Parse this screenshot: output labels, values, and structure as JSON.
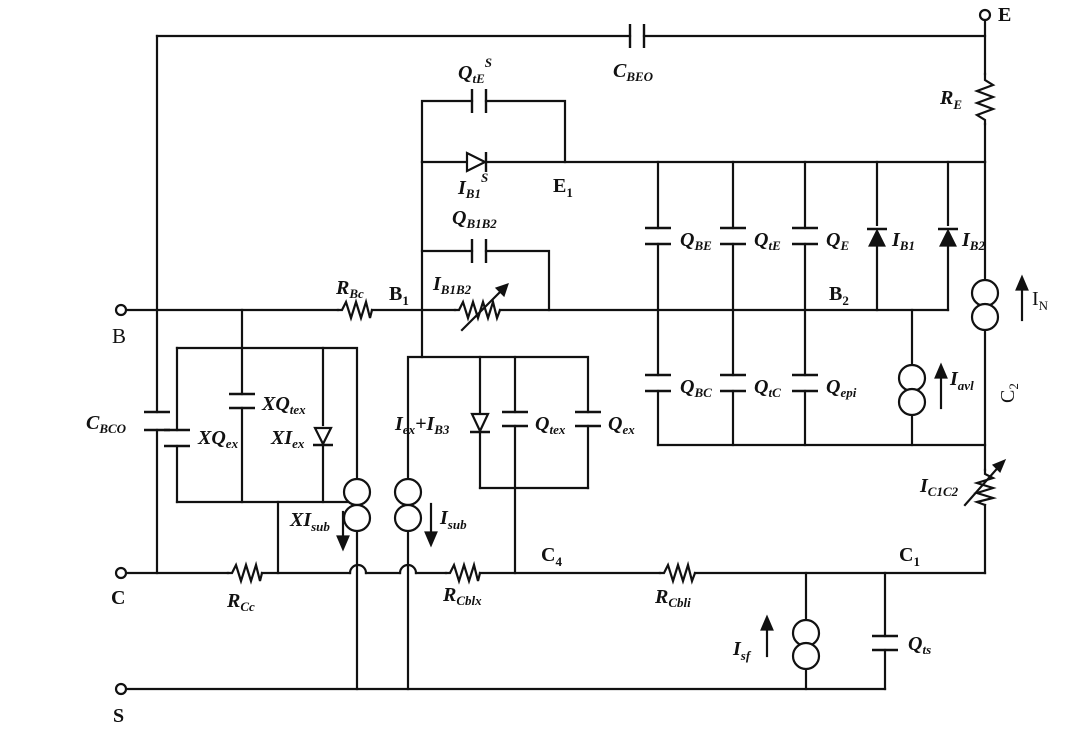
{
  "terminals": {
    "E": "E",
    "B": "B",
    "C": "C",
    "S": "S"
  },
  "nodes": {
    "E1": "E",
    "E1_sub": "1",
    "B1": "B",
    "B1_sub": "1",
    "B2": "B",
    "B2_sub": "2",
    "C4": "C",
    "C4_sub": "4",
    "C1": "C",
    "C1_sub": "1",
    "C2": "C",
    "C2_sub": "2"
  },
  "labels": {
    "CBEO": {
      "main": "C",
      "sub": "BEO"
    },
    "RE": {
      "main": "R",
      "sub": "E"
    },
    "QtES": {
      "main": "Q",
      "sub": "tE",
      "sup": "S"
    },
    "IB1S": {
      "main": "I",
      "sub": "B1",
      "sup": "S"
    },
    "QB1B2": {
      "main": "Q",
      "sub": "B1B2"
    },
    "IB1B2": {
      "main": "I",
      "sub": "B1B2"
    },
    "RBc": {
      "main": "R",
      "sub": "Bc"
    },
    "QBE": {
      "main": "Q",
      "sub": "BE"
    },
    "QtE": {
      "main": "Q",
      "sub": "tE"
    },
    "QE": {
      "main": "Q",
      "sub": "E"
    },
    "IB1": {
      "main": "I",
      "sub": "B1"
    },
    "IB2": {
      "main": "I",
      "sub": "B2"
    },
    "IN": {
      "main": "I",
      "sub": "N"
    },
    "QBC": {
      "main": "Q",
      "sub": "BC"
    },
    "QtC": {
      "main": "Q",
      "sub": "tC"
    },
    "Qepi": {
      "main": "Q",
      "sub": "epi"
    },
    "Iavl": {
      "main": "I",
      "sub": "avl"
    },
    "CBCO": {
      "main": "C",
      "sub": "BCO"
    },
    "XQtex": {
      "main": "XQ",
      "sub": "tex"
    },
    "XQex": {
      "main": "XQ",
      "sub": "ex"
    },
    "XIex": {
      "main": "XI",
      "sub": "ex"
    },
    "XIsub": {
      "main": "XI",
      "sub": "sub"
    },
    "Isub": {
      "main": "I",
      "sub": "sub"
    },
    "IexIB3": {
      "main": "I",
      "sub": "ex",
      "mid": "+I",
      "sub2": "B3"
    },
    "Qtex": {
      "main": "Q",
      "sub": "tex"
    },
    "Qex": {
      "main": "Q",
      "sub": "ex"
    },
    "IC1C2": {
      "main": "I",
      "sub": "C1C2"
    },
    "RCc": {
      "main": "R",
      "sub": "Cc"
    },
    "RCblx": {
      "main": "R",
      "sub": "Cblx"
    },
    "RCbli": {
      "main": "R",
      "sub": "Cbli"
    },
    "Isf": {
      "main": "I",
      "sub": "sf"
    },
    "Qts": {
      "main": "Q",
      "sub": "ts"
    }
  }
}
